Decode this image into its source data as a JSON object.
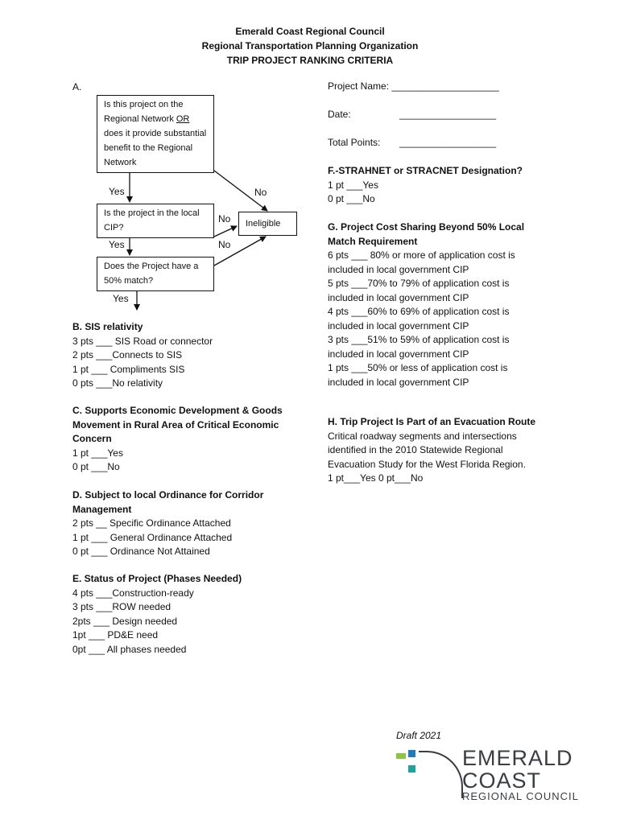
{
  "header": {
    "line1": "Emerald Coast Regional Council",
    "line2": "Regional Transportation Planning Organization",
    "line3": "TRIP PROJECT RANKING CRITERIA"
  },
  "section_a": {
    "label": "A.",
    "box1": {
      "pre": "Is this project on the Regional Network ",
      "or": "OR",
      "post": " does it provide substantial benefit to the Regional Network"
    },
    "box2": "Is the project in the local CIP?",
    "box3": "Does the Project have a 50% match?",
    "ineligible": "Ineligible",
    "yes1": "Yes",
    "yes2": "Yes",
    "yes3": "Yes",
    "no1": "No",
    "no2": "No",
    "no3": "No"
  },
  "project_info": {
    "name": "Project Name:  ____________________",
    "date_label": "Date:",
    "date_blank": "__________________",
    "points_label": "Total Points:",
    "points_blank": "__________________"
  },
  "section_b": {
    "title": "B.  SIS relativity",
    "lines": [
      "3 pts ___ SIS Road or connector",
      "2 pts ___Connects to SIS",
      "1 pt  ___ Compliments SIS",
      "0 pts ___No relativity"
    ]
  },
  "section_c": {
    "title_lines": [
      "C.  Supports Economic Development & Goods",
      "Movement  in Rural Area of Critical Economic",
      "Concern"
    ],
    "lines": [
      "1 pt ___Yes",
      "0 pt ___No"
    ]
  },
  "section_d": {
    "title_lines": [
      "D.  Subject to local Ordinance for Corridor",
      "Management"
    ],
    "lines": [
      "2 pts __  Specific Ordinance Attached",
      "1 pt ___ General Ordinance Attached",
      "0 pt ___ Ordinance Not Attained"
    ]
  },
  "section_e": {
    "title": "E.  Status of Project (Phases Needed)",
    "lines": [
      "4 pts ___Construction-ready",
      "3 pts ___ROW needed",
      "2pts ___ Design needed",
      "1pt  ___  PD&E need",
      "0pt  ___ All phases needed"
    ]
  },
  "section_f": {
    "title": "F.-STRAHNET or STRACNET Designation?",
    "lines": [
      "1 pt ___Yes",
      "0 pt ___No"
    ]
  },
  "section_g": {
    "title_lines": [
      "G. Project Cost Sharing Beyond 50% Local",
      "Match Requirement"
    ],
    "lines": [
      "6 pts ___ 80% or more of application cost is",
      "included in local government CIP",
      "5 pts ___70% to 79% of application cost is",
      "included in local government CIP",
      "4 pts ___60% to 69% of application cost is",
      "included in local government CIP",
      "3 pts ___51% to 59% of application cost is",
      "included in local government CIP",
      "1 pts ___50% or less of application cost is",
      "included in local government CIP"
    ]
  },
  "section_h": {
    "title": "H.  Trip Project Is Part of an Evacuation Route",
    "lines": [
      "Critical roadway segments and intersections",
      "identified in the 2010 Statewide Regional",
      "Evacuation Study for the West Florida Region.",
      "1 pt___Yes  0 pt___No"
    ]
  },
  "footer": {
    "draft": "Draft 2021"
  },
  "logo": {
    "line1": "EMERALD",
    "line2": "COAST",
    "line3": "REGIONAL COUNCIL",
    "colors": {
      "green": "#8cc63f",
      "blue": "#1f7bbf",
      "teal": "#1aa6a0",
      "text": "#3a3d42"
    }
  }
}
